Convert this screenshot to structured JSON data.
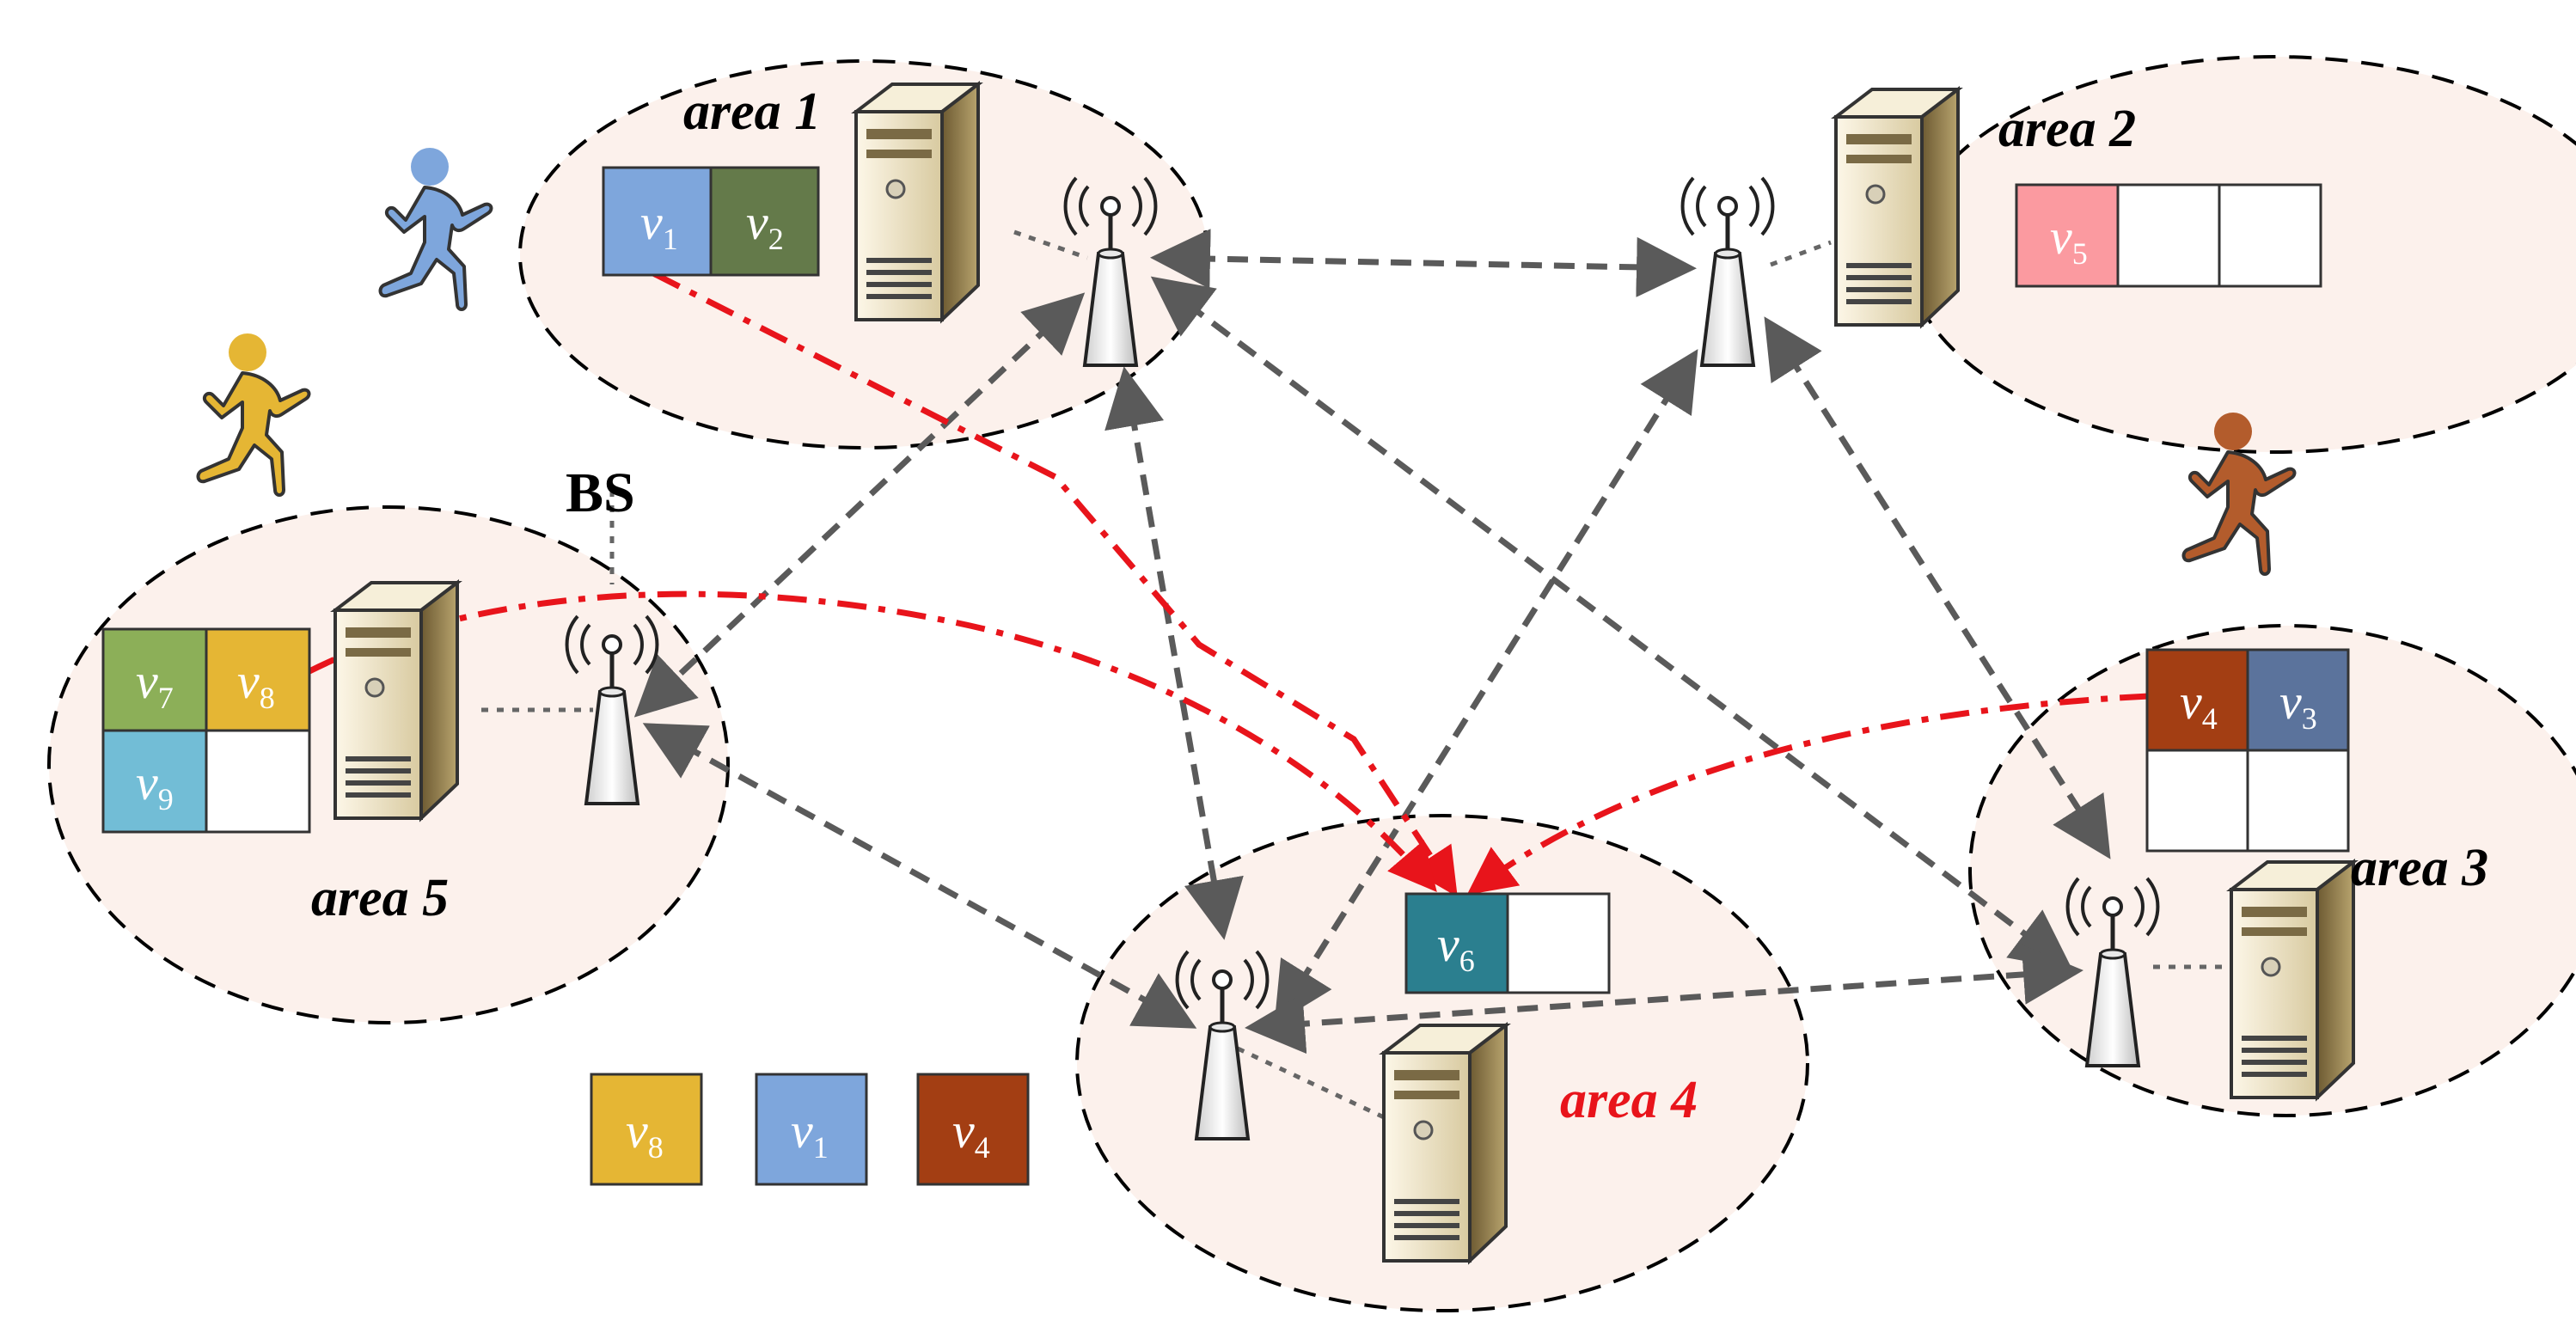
{
  "areas": [
    {
      "id": "area1",
      "label": "area 1",
      "color": "#000000"
    },
    {
      "id": "area2",
      "label": "area 2",
      "color": "#000000"
    },
    {
      "id": "area3",
      "label": "area 3",
      "color": "#000000"
    },
    {
      "id": "area4",
      "label": "area 4",
      "color": "#e8141b"
    },
    {
      "id": "area5",
      "label": "area 5",
      "color": "#000000"
    }
  ],
  "bs_label": "BS",
  "cache_slots": [
    {
      "id": "v1",
      "letter": "v",
      "sub": "1",
      "color": "#7ea6dc"
    },
    {
      "id": "v2",
      "letter": "v",
      "sub": "2",
      "color": "#647a4a"
    },
    {
      "id": "v5",
      "letter": "v",
      "sub": "5",
      "color": "#fb9aa0"
    },
    {
      "id": "v4",
      "letter": "v",
      "sub": "4",
      "color": "#a33e13"
    },
    {
      "id": "v3",
      "letter": "v",
      "sub": "3",
      "color": "#5b739c"
    },
    {
      "id": "v6",
      "letter": "v",
      "sub": "6",
      "color": "#2b7f8f"
    },
    {
      "id": "v7",
      "letter": "v",
      "sub": "7",
      "color": "#8caf58"
    },
    {
      "id": "v8",
      "letter": "v",
      "sub": "8",
      "color": "#e5b634"
    },
    {
      "id": "v9",
      "letter": "v",
      "sub": "9",
      "color": "#72bdd6"
    }
  ],
  "legend": [
    {
      "letter": "v",
      "sub": "8",
      "color": "#e5b634"
    },
    {
      "letter": "v",
      "sub": "1",
      "color": "#7ea6dc"
    },
    {
      "letter": "v",
      "sub": "4",
      "color": "#a33e13"
    }
  ],
  "users": [
    {
      "id": "user-blue",
      "color": "#7ea6dc"
    },
    {
      "id": "user-yellow",
      "color": "#e5b634"
    },
    {
      "id": "user-brown",
      "color": "#b35c2c"
    }
  ],
  "colors": {
    "area_fill": "#fcf1ec",
    "link": "#5a5a5a",
    "request": "#e8141b"
  }
}
